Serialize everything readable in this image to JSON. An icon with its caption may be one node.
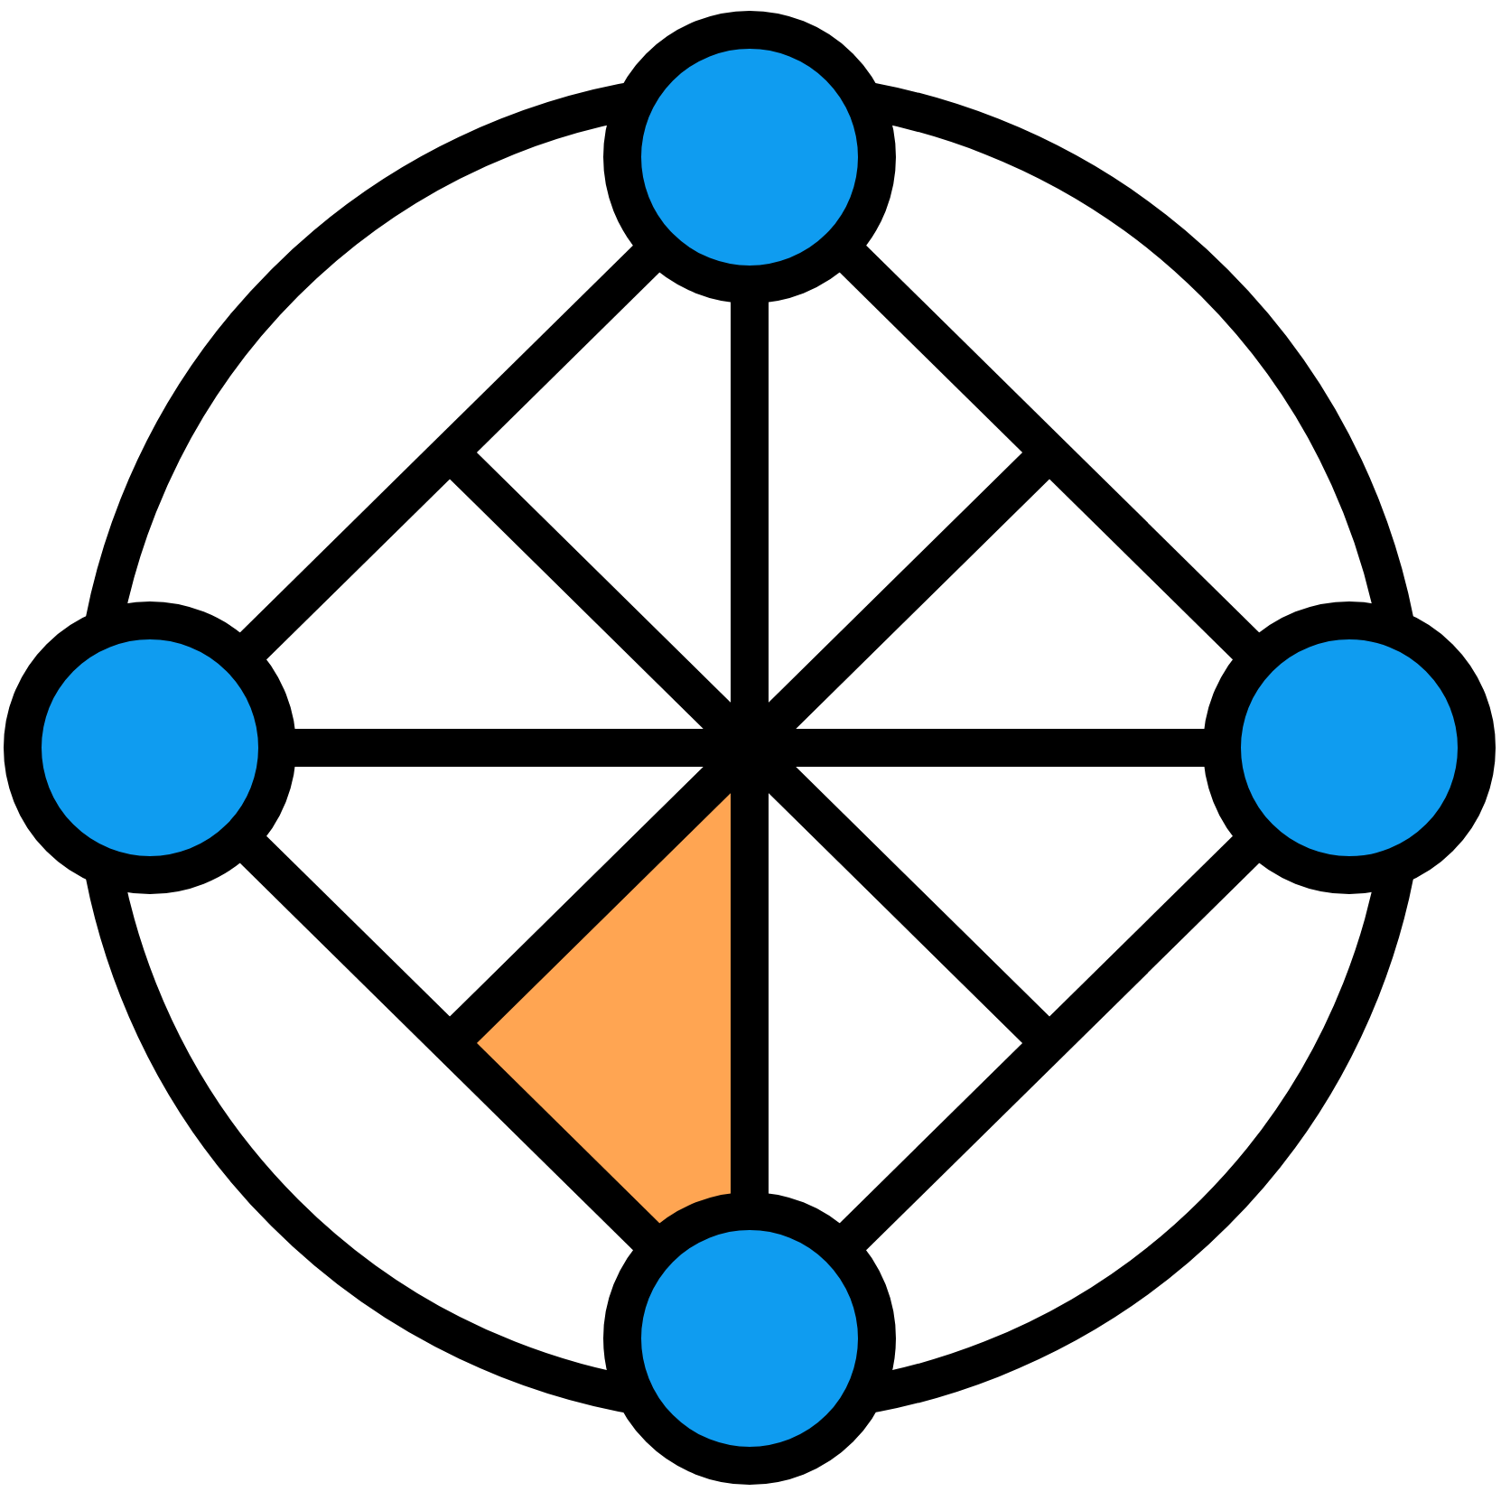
{
  "diagram": {
    "nodes": [
      {
        "text": [],
        "shape": "circle"
      },
      {
        "text": [],
        "shape": "circle"
      },
      {
        "text": [],
        "shape": "circle"
      },
      {
        "text": [],
        "shape": "circle"
      }
    ],
    "edges": [
      {
        "from": 0,
        "to": 1,
        "arrow": "none"
      },
      {
        "from": 0,
        "to": 2,
        "arrow": "none"
      },
      {
        "from": 1,
        "to": 2,
        "arrow": "none"
      },
      {
        "from": 0,
        "to": 3,
        "arrow": "none"
      },
      {
        "from": 1,
        "to": 3,
        "arrow": "none"
      },
      {
        "from": 2,
        "to": 3,
        "arrow": "none"
      }
    ]
  }
}
